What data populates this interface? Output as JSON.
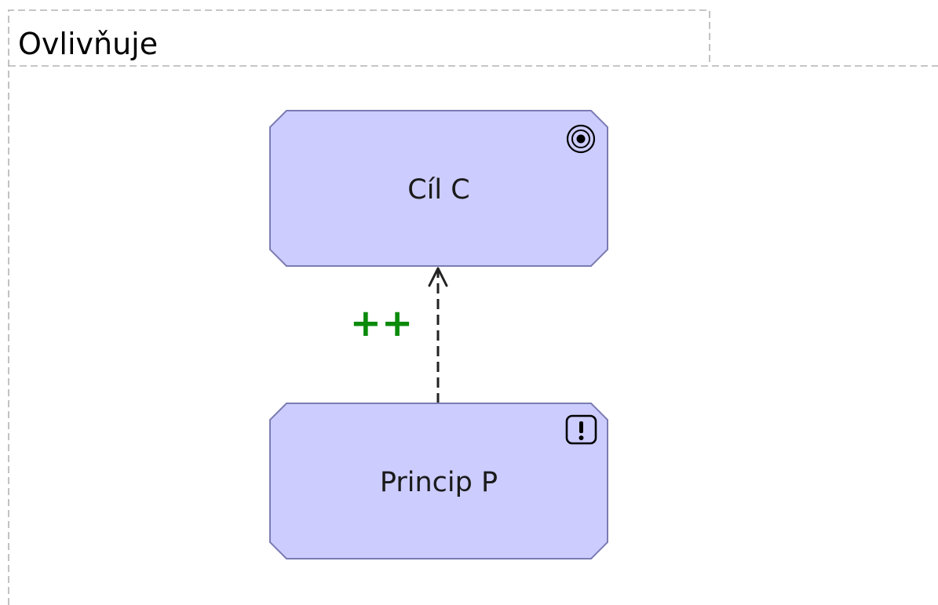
{
  "frame": {
    "title": "Ovlivňuje"
  },
  "elements": {
    "goal": {
      "label": "Cíl C",
      "icon": "goal-target-icon"
    },
    "principle": {
      "label": "Princip P",
      "icon": "principle-exclamation-icon"
    }
  },
  "relation": {
    "type": "influence",
    "label": "++",
    "label_color": "#0b8a0b"
  },
  "colors": {
    "element_fill": "#ccccff",
    "element_border": "#7b7bb3",
    "frame_border": "#b3b3b3",
    "relation_line": "#222222"
  }
}
